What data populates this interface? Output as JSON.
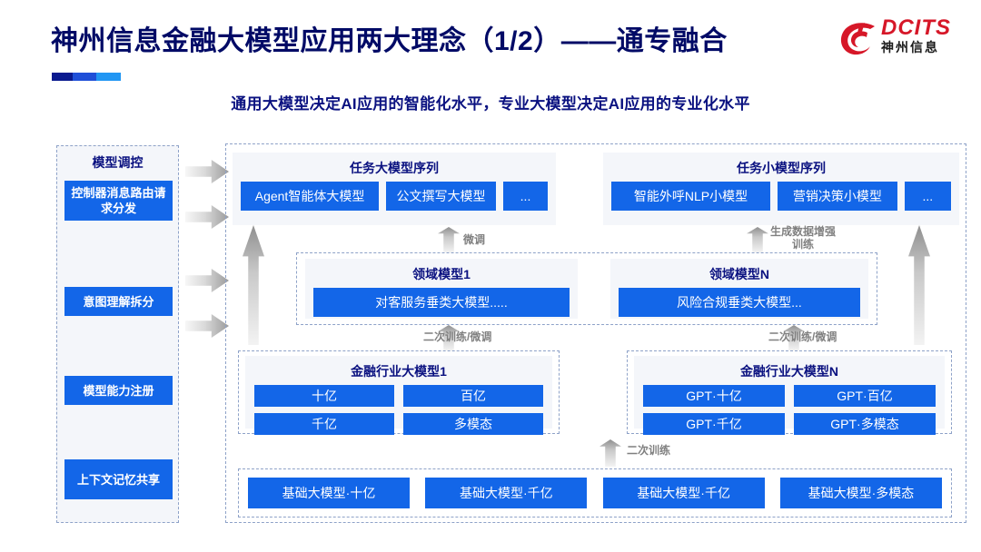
{
  "header": {
    "title": "神州信息金融大模型应用两大理念（1/2）——通专融合",
    "subtitle": "通用大模型决定AI应用的智能化水平，专业大模型决定AI应用的专业化水平",
    "logo": {
      "en": "DCITS",
      "cn": "神州信息"
    }
  },
  "left_panel": {
    "title": "模型调控",
    "items": [
      "控制器消息路由请求分发",
      "意图理解拆分",
      "模型能力注册",
      "上下文记忆共享"
    ]
  },
  "task_large": {
    "title": "任务大模型序列",
    "chips": [
      "Agent智能体大模型",
      "公文撰写大模型",
      "..."
    ]
  },
  "task_small": {
    "title": "任务小模型序列",
    "chips": [
      "智能外呼NLP小模型",
      "营销决策小模型",
      "..."
    ]
  },
  "domain_1": {
    "title": "领域模型1",
    "chips": [
      "对客服务垂类大模型....."
    ]
  },
  "domain_n": {
    "title": "领域模型N",
    "chips": [
      "风险合规垂类大模型..."
    ]
  },
  "industry_1": {
    "title": "金融行业大模型1",
    "cells": [
      "十亿",
      "百亿",
      "千亿",
      "多模态"
    ]
  },
  "industry_n": {
    "title": "金融行业大模型N",
    "cells": [
      "GPT·十亿",
      "GPT·百亿",
      "GPT·千亿",
      "GPT·多模态"
    ]
  },
  "base": {
    "chips": [
      "基础大模型·十亿",
      "基础大模型·千亿",
      "基础大模型·千亿",
      "基础大模型·多模态"
    ]
  },
  "arrow_labels": {
    "fine_tune": "微调",
    "data_aug": "生成数据增强\n训练",
    "retrain_finetune_left": "二次训练/微调",
    "retrain_finetune_right": "二次训练/微调",
    "retrain": "二次训练"
  },
  "colors": {
    "primary_blue": "#1366e8",
    "title_navy": "#000a66",
    "logo_red": "#d61728",
    "panel_bg": "#f4f6fa",
    "dash_border": "#8ea2c8"
  }
}
